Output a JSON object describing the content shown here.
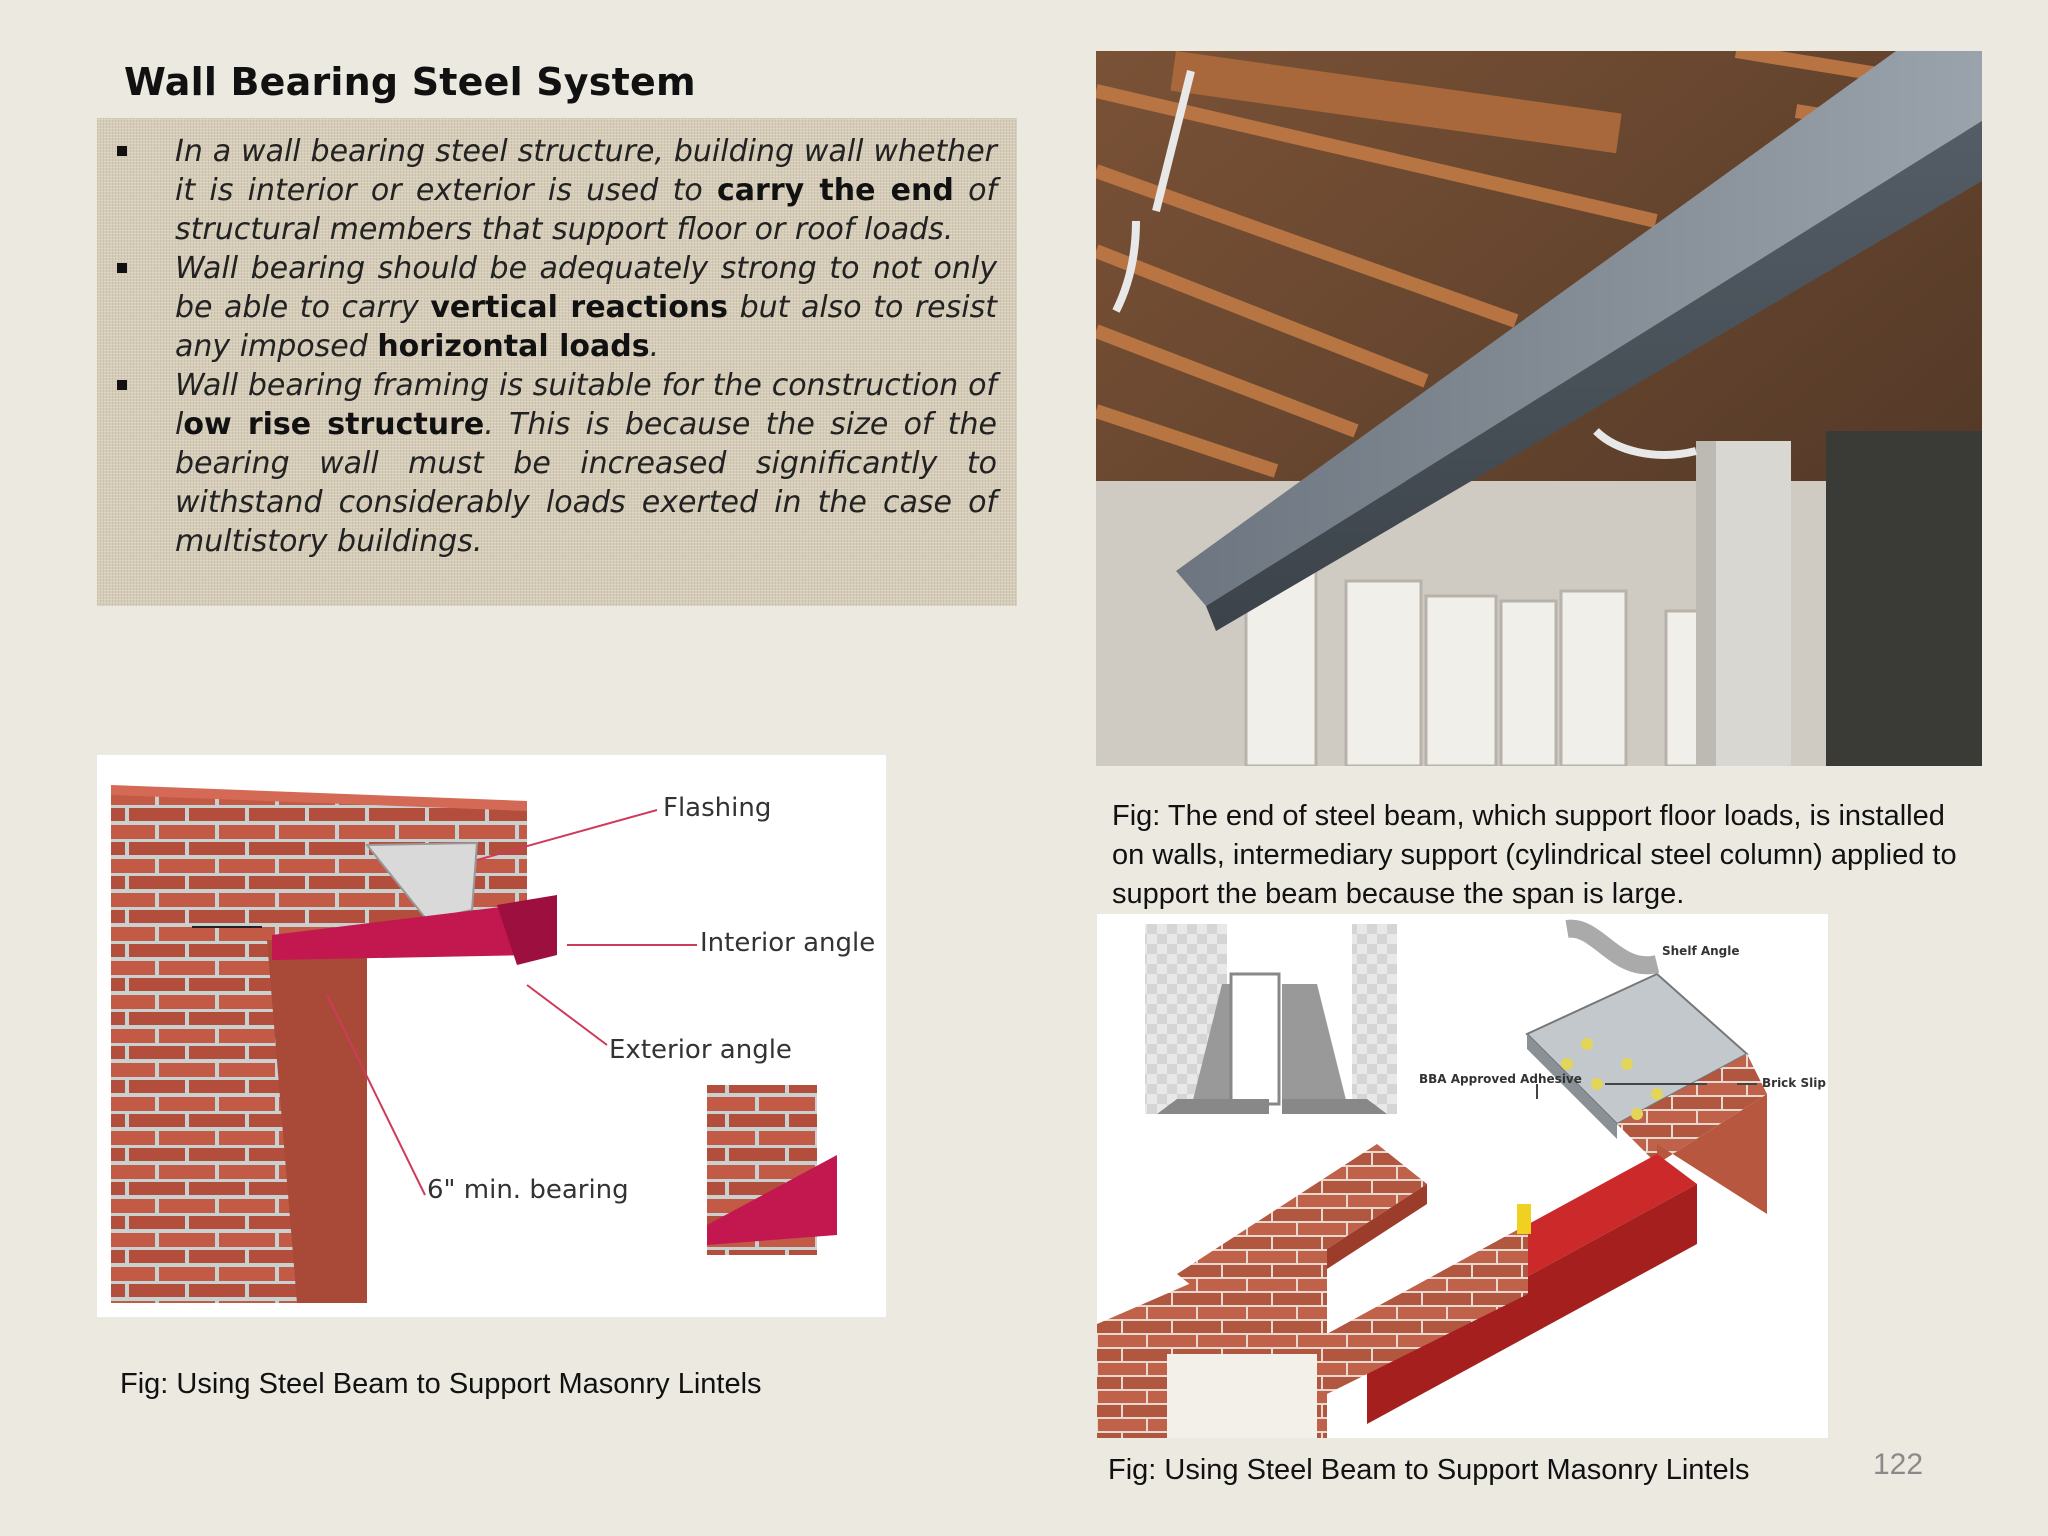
{
  "slide": {
    "title": "Wall Bearing Steel System",
    "page_number": "122"
  },
  "bullets": [
    {
      "parts": [
        {
          "t": "In a wall bearing steel structure, building wall whether it is interior or exterior is used to ",
          "b": false
        },
        {
          "t": "carry the end",
          "b": true
        },
        {
          "t": " of structural members that support floor or roof loads.",
          "b": false
        }
      ]
    },
    {
      "parts": [
        {
          "t": " Wall bearing should be adequately strong to not only be able to carry ",
          "b": false
        },
        {
          "t": "vertical reactions",
          "b": true
        },
        {
          "t": " but also to resist any imposed ",
          "b": false
        },
        {
          "t": "horizontal loads",
          "b": true
        },
        {
          "t": ".",
          "b": false
        }
      ]
    },
    {
      "parts": [
        {
          "t": "Wall bearing framing is suitable for the construction of l",
          "b": false
        },
        {
          "t": "ow rise structure",
          "b": true
        },
        {
          "t": ". This is because the size of the bearing wall must be increased significantly to withstand considerably loads exerted in the case of multistory buildings.",
          "b": false
        }
      ]
    }
  ],
  "figures": {
    "photo_caption": "Fig: The end of steel beam, which support floor loads, is installed on walls, intermediary support (cylindrical steel column) applied to support the beam because the span is large.",
    "lintel_caption_left": "Fig: Using Steel Beam to Support Masonry Lintels",
    "lintel_caption_right": "Fig: Using Steel Beam to Support Masonry Lintels",
    "lintel_labels": {
      "flashing": "Flashing",
      "interior_angle": "Interior angle",
      "exterior_angle": "Exterior angle",
      "min_bearing": "6\" min. bearing"
    },
    "shelf_labels": {
      "shelf_angle": "Shelf Angle",
      "adhesive": "BBA Approved Adhesive",
      "brick_slip": "Brick Slip"
    }
  }
}
